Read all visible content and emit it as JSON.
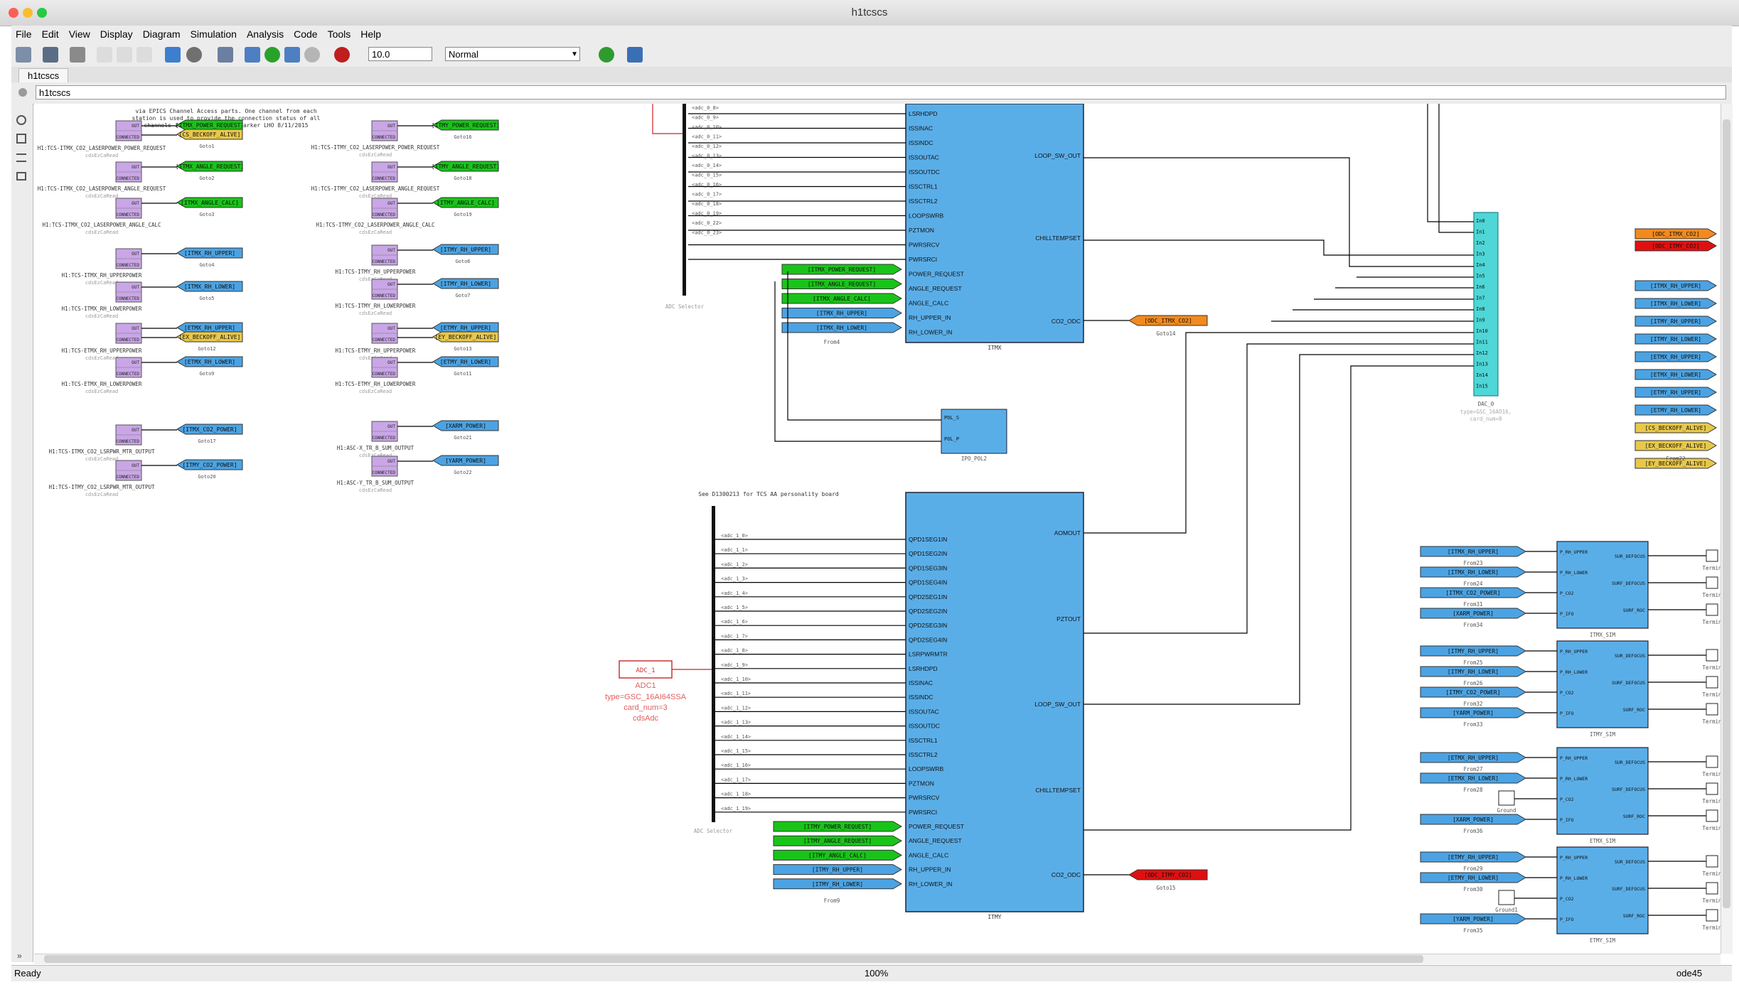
{
  "window": {
    "title": "h1tcscs"
  },
  "menu": [
    "File",
    "Edit",
    "View",
    "Display",
    "Diagram",
    "Simulation",
    "Analysis",
    "Code",
    "Tools",
    "Help"
  ],
  "toolbar": {
    "sim_time": "10.0",
    "sim_mode": "Normal"
  },
  "tab": {
    "label": "h1tcscs"
  },
  "address": {
    "path": "h1tcscs"
  },
  "status": {
    "left": "Ready",
    "zoom": "100%",
    "solver": "ode45"
  },
  "colors": {
    "purple": "#c9a6e6",
    "green": "#19c419",
    "blue": "#4ba3e3",
    "yellow": "#e8c84a",
    "orange": "#f28a1e",
    "red": "#e01010",
    "subsystem": "#5aaee8",
    "dac": "#4fd6d6"
  },
  "canvas": {
    "note": [
      "via EPICS Channel Access parts. One channel from each",
      "station is used to provide the connection status of all",
      "channels in that station.  D.Barker LHO 8/11/2015"
    ],
    "tcs_note": "See D1300213 for TCS AA personality board",
    "ca_blocks": [
      {
        "name": "H1:TCS-ITMX_CO2_LASERPOWER_POWER_REQUEST",
        "goto_label": "Goto1",
        "tags": [
          {
            "t": "[ITMX_POWER_REQUEST]",
            "c": "green"
          },
          {
            "t": "[CS_BECKOFF_ALIVE]",
            "c": "yellow"
          }
        ]
      },
      {
        "name": "H1:TCS-ITMX_CO2_LASERPOWER_ANGLE_REQUEST",
        "goto_label": "Goto2",
        "tags": [
          {
            "t": "[ITMX_ANGLE_REQUEST]",
            "c": "green"
          }
        ]
      },
      {
        "name": "H1:TCS-ITMX_CO2_LASERPOWER_ANGLE_CALC",
        "goto_label": "Goto3",
        "tags": [
          {
            "t": "[ITMX_ANGLE_CALC]",
            "c": "green"
          }
        ]
      },
      {
        "name": "H1:TCS-ITMX_RH_UPPERPOWER",
        "goto_label": "Goto4",
        "tags": [
          {
            "t": "[ITMX_RH_UPPER]",
            "c": "blue"
          }
        ]
      },
      {
        "name": "H1:TCS-ITMX_RH_LOWERPOWER",
        "goto_label": "Goto5",
        "tags": [
          {
            "t": "[ITMX_RH_LOWER]",
            "c": "blue"
          }
        ]
      },
      {
        "name": "H1:TCS-ETMX_RH_UPPERPOWER",
        "goto_label": "Goto12",
        "tags": [
          {
            "t": "[ETMX_RH_UPPER]",
            "c": "blue"
          },
          {
            "t": "[EX_BECKOFF_ALIVE]",
            "c": "yellow"
          }
        ]
      },
      {
        "name": "H1:TCS-ETMX_RH_LOWERPOWER",
        "goto_label": "Goto9",
        "tags": [
          {
            "t": "[ETMX_RH_LOWER]",
            "c": "blue"
          }
        ]
      },
      {
        "name": "H1:TCS-ITMX_CO2_LSRPWR_MTR_OUTPUT",
        "goto_label": "Goto17",
        "tags": [
          {
            "t": "[ITMX_CO2_POWER]",
            "c": "blue"
          }
        ]
      },
      {
        "name": "H1:TCS-ITMY_CO2_LSRPWR_MTR_OUTPUT",
        "goto_label": "Goto20",
        "tags": [
          {
            "t": "[ITMY_CO2_POWER]",
            "c": "blue"
          }
        ]
      },
      {
        "name": "H1:TCS-ITMY_CO2_LASERPOWER_POWER_REQUEST",
        "goto_label": "Goto16",
        "tags": [
          {
            "t": "[ITMY_POWER_REQUEST]",
            "c": "green"
          }
        ]
      },
      {
        "name": "H1:TCS-ITMY_CO2_LASERPOWER_ANGLE_REQUEST",
        "goto_label": "Goto18",
        "tags": [
          {
            "t": "[ITMY_ANGLE_REQUEST]",
            "c": "green"
          }
        ]
      },
      {
        "name": "H1:TCS-ITMY_CO2_LASERPOWER_ANGLE_CALC",
        "goto_label": "Goto19",
        "tags": [
          {
            "t": "[ITMY_ANGLE_CALC]",
            "c": "green"
          }
        ]
      },
      {
        "name": "H1:TCS-ITMY_RH_UPPERPOWER",
        "goto_label": "Goto6",
        "tags": [
          {
            "t": "[ITMY_RH_UPPER]",
            "c": "blue"
          }
        ]
      },
      {
        "name": "H1:TCS-ITMY_RH_LOWERPOWER",
        "goto_label": "Goto7",
        "tags": [
          {
            "t": "[ITMY_RH_LOWER]",
            "c": "blue"
          }
        ]
      },
      {
        "name": "H1:TCS-ETMY_RH_UPPERPOWER",
        "goto_label": "Goto13",
        "tags": [
          {
            "t": "[ETMY_RH_UPPER]",
            "c": "blue"
          },
          {
            "t": "[EY_BECKOFF_ALIVE]",
            "c": "yellow"
          }
        ]
      },
      {
        "name": "H1:TCS-ETMY_RH_LOWERPOWER",
        "goto_label": "Goto11",
        "tags": [
          {
            "t": "[ETMY_RH_LOWER]",
            "c": "blue"
          }
        ]
      },
      {
        "name": "H1:ASC-X_TR_B_SUM_OUTPUT",
        "goto_label": "Goto21",
        "tags": [
          {
            "t": "[XARM_POWER]",
            "c": "blue"
          }
        ]
      },
      {
        "name": "H1:ASC-Y_TR_B_SUM_OUTPUT",
        "goto_label": "Goto22",
        "tags": [
          {
            "t": "[YARM_POWER]",
            "c": "blue"
          }
        ]
      }
    ],
    "ca_lib": "cdsEzCaRead",
    "ca_ports": {
      "out": "OUT",
      "conn": "CONNECTED"
    },
    "adc0_inputs": [
      "<adc_0_8>",
      "<adc_0_9>",
      "<adc_0_10>",
      "<adc_0_11>",
      "<adc_0_12>",
      "<adc_0_13>",
      "<adc_0_14>",
      "<adc_0_15>",
      "<adc_0_16>",
      "<adc_0_17>",
      "<adc_0_18>",
      "<adc_0_19>",
      "<adc_0_22>",
      "<adc_0_23>"
    ],
    "adc1_inputs": [
      "<adc_1_0>",
      "<adc_1_1>",
      "<adc_1_2>",
      "<adc_1_3>",
      "<adc_1_4>",
      "<adc_1_5>",
      "<adc_1_6>",
      "<adc_1_7>",
      "<adc_1_8>",
      "<adc_1_9>",
      "<adc_1_10>",
      "<adc_1_11>",
      "<adc_1_12>",
      "<adc_1_13>",
      "<adc_1_14>",
      "<adc_1_15>",
      "<adc_1_16>",
      "<adc_1_17>",
      "<adc_1_18>",
      "<adc_1_19>"
    ],
    "adc_selector_label": "ADC Selector",
    "itmx": {
      "name": "ITMX",
      "inputs": [
        "LSRHDPD",
        "ISSINAC",
        "ISSINDC",
        "ISSOUTAC",
        "ISSOUTDC",
        "ISSCTRL1",
        "ISSCTRL2",
        "LOOPSWRB",
        "PZTMON",
        "PWRSRCV",
        "PWRSRCI",
        "POWER_REQUEST",
        "ANGLE_REQUEST",
        "ANGLE_CALC",
        "RH_UPPER_IN",
        "RH_LOWER_IN"
      ],
      "outputs": [
        "LOOP_SW_OUT",
        "CHILLTEMPSET",
        "CO2_ODC"
      ],
      "odc_tag": "[ODC_ITMX_CO2]",
      "odc_goto": "Goto14",
      "from_label": "From4",
      "from_tags": [
        "[ITMX_POWER_REQUEST]",
        "[ITMX_ANGLE_REQUEST]",
        "[ITMX_ANGLE_CALC]",
        "[ITMX_RH_UPPER]",
        "[ITMX_RH_LOWER]"
      ]
    },
    "itmy": {
      "name": "ITMY",
      "inputs": [
        "QPD1SEG1IN",
        "QPD1SEG2IN",
        "QPD1SEG3IN",
        "QPD1SEG4IN",
        "QPD2SEG1IN",
        "QPD2SEG2IN",
        "QPD2SEG3IN",
        "QPD2SEG4IN",
        "LSRPWRMTR",
        "LSRHDPD",
        "ISSINAC",
        "ISSINDC",
        "ISSOUTAC",
        "ISSOUTDC",
        "ISSCTRL1",
        "ISSCTRL2",
        "LOOPSWRB",
        "PZTMON",
        "PWRSRCV",
        "PWRSRCI",
        "POWER_REQUEST",
        "ANGLE_REQUEST",
        "ANGLE_CALC",
        "RH_UPPER_IN",
        "RH_LOWER_IN"
      ],
      "outputs": [
        "AOMOUT",
        "PZTOUT",
        "LOOP_SW_OUT",
        "CHILLTEMPSET",
        "CO2_ODC"
      ],
      "odc_tag": "[ODC_ITMY_CO2]",
      "odc_goto": "Goto15",
      "from_label": "From9",
      "from_tags": [
        "[ITMY_POWER_REQUEST]",
        "[ITMY_ANGLE_REQUEST]",
        "[ITMY_ANGLE_CALC]",
        "[ITMY_RH_UPPER]",
        "[ITMY_RH_LOWER]"
      ]
    },
    "ipo": {
      "name": "IPO_POL2",
      "inputs": [
        "POL_S",
        "POL_P"
      ]
    },
    "dac": {
      "name": "DAC_0",
      "type": "type=GSC_16AO16,",
      "card": "card_num=0",
      "ports": [
        "In0",
        "In1",
        "In2",
        "In3",
        "In4",
        "In5",
        "In6",
        "In7",
        "In8",
        "In9",
        "In10",
        "In11",
        "In12",
        "In13",
        "In14",
        "In15"
      ]
    },
    "adc1": {
      "name": "ADC_1",
      "label": "ADC1",
      "type": "type=GSC_16AI64SSA",
      "card": "card_num=3",
      "lib": "cdsAdc"
    },
    "right_tags": [
      {
        "t": "[ODC_ITMX_CO2]",
        "c": "orange"
      },
      {
        "t": "[ODC_ITMY_CO2]",
        "c": "red"
      },
      {
        "t": "[ITMX_RH_UPPER]",
        "c": "blue"
      },
      {
        "t": "[ITMX_RH_LOWER]",
        "c": "blue"
      },
      {
        "t": "[ITMY_RH_UPPER]",
        "c": "blue"
      },
      {
        "t": "[ITMY_RH_LOWER]",
        "c": "blue"
      },
      {
        "t": "[ETMX_RH_UPPER]",
        "c": "blue"
      },
      {
        "t": "[ETMX_RH_LOWER]",
        "c": "blue"
      },
      {
        "t": "[ETMY_RH_UPPER]",
        "c": "blue"
      },
      {
        "t": "[ETMY_RH_LOWER]",
        "c": "blue"
      },
      {
        "t": "[CS_BECKOFF_ALIVE]",
        "c": "yellow"
      },
      {
        "t": "[EX_BECKOFF_ALIVE]",
        "c": "yellow"
      },
      {
        "t": "[EY_BECKOFF_ALIVE]",
        "c": "yellow"
      }
    ],
    "right_from": "From22",
    "sims": [
      {
        "name": "ITMX_SIM",
        "from": [
          {
            "t": "[ITMX_RH_UPPER]",
            "l": "From23"
          },
          {
            "t": "[ITMX_RH_LOWER]",
            "l": "From24"
          },
          {
            "t": "[ITMX_CO2_POWER]",
            "l": "From31"
          },
          {
            "t": "[XARM_POWER]",
            "l": "From34"
          }
        ]
      },
      {
        "name": "ITMY_SIM",
        "from": [
          {
            "t": "[ITMY_RH_UPPER]",
            "l": "From25"
          },
          {
            "t": "[ITMY_RH_LOWER]",
            "l": "From26"
          },
          {
            "t": "[ITMY_CO2_POWER]",
            "l": "From32"
          },
          {
            "t": "[YARM_POWER]",
            "l": "From33"
          }
        ]
      },
      {
        "name": "ETMX_SIM",
        "from": [
          {
            "t": "[ETMX_RH_UPPER]",
            "l": "From27"
          },
          {
            "t": "[ETMX_RH_LOWER]",
            "l": "From28"
          },
          {
            "t": "",
            "l": "Ground"
          },
          {
            "t": "[XARM_POWER]",
            "l": "From36"
          }
        ]
      },
      {
        "name": "ETMY_SIM",
        "from": [
          {
            "t": "[ETMY_RH_UPPER]",
            "l": "From29"
          },
          {
            "t": "[ETMY_RH_LOWER]",
            "l": "From30"
          },
          {
            "t": "",
            "l": "Ground1"
          },
          {
            "t": "[YARM_POWER]",
            "l": "From35"
          }
        ]
      }
    ],
    "sim_inputs": [
      "P_RH_UPPER",
      "P_RH_LOWER",
      "P_CO2",
      "P_IFO"
    ],
    "sim_outputs": [
      "SUR_DEFOCUS",
      "SURF_DEFOCUS",
      "SURF_ROC"
    ],
    "terminator": "Termin"
  }
}
